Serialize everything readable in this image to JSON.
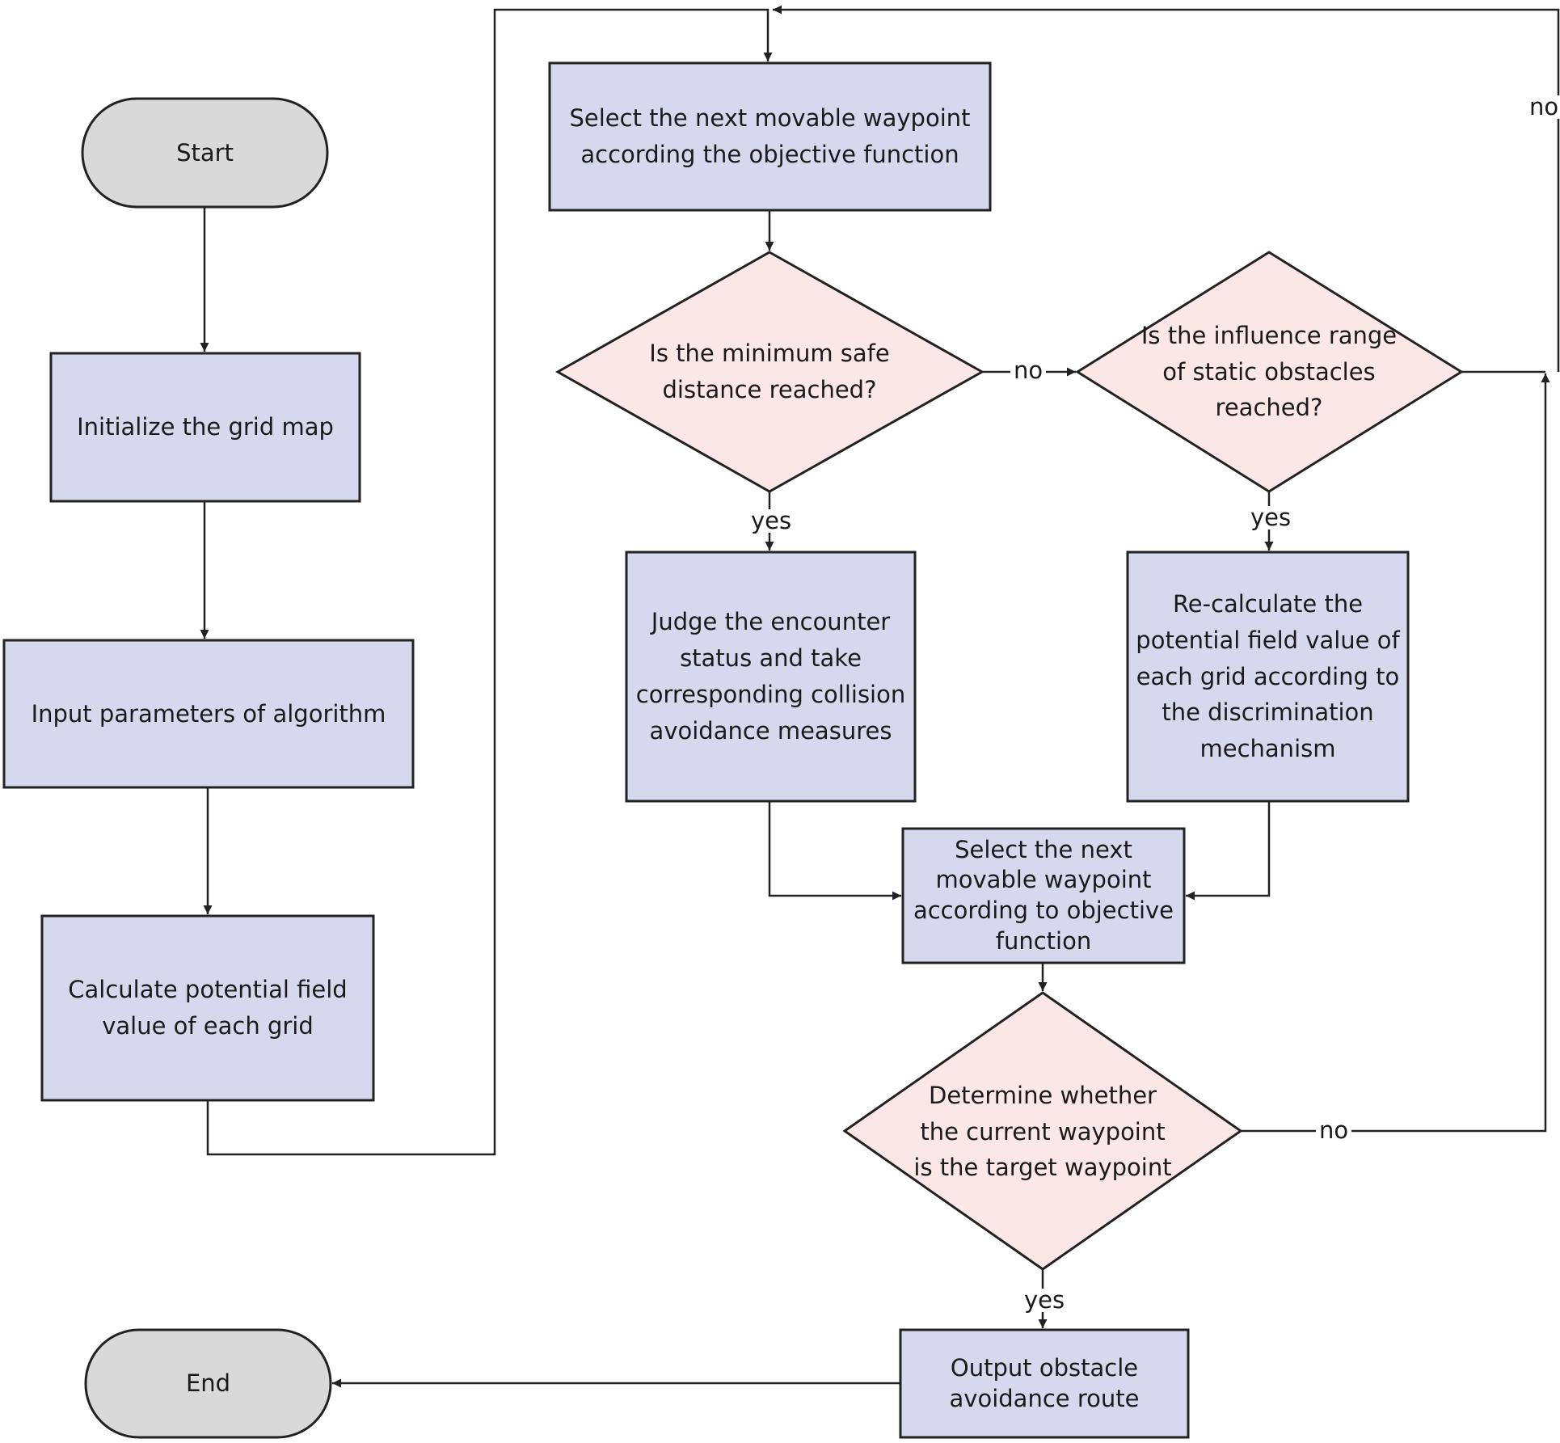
{
  "colors": {
    "process_fill": "#d6d9ee",
    "decision_fill": "#fbe7e6",
    "terminal_fill": "#d9d9d9",
    "stroke": "#222222"
  },
  "nodes": {
    "start": "Start",
    "init_grid": "Initialize the grid map",
    "input_params": "Input parameters of algorithm",
    "calc_field": "Calculate potential field\nvalue of each grid",
    "select_next_top": "Select the next movable waypoint\naccording the objective function",
    "min_safe_distance": "Is the minimum safe\ndistance reached?",
    "static_obstacles": "Is the influence range\nof static obstacles\nreached?",
    "judge_encounter": "Judge the encounter\nstatus and take\ncorresponding collision\navoidance measures",
    "recalc_field": "Re-calculate the\npotential field value of\neach grid according to\nthe discrimination\nmechanism",
    "select_next_mid": "Select the next\nmovable waypoint\naccording to objective\nfunction",
    "target_check": "Determine whether\nthe current waypoint\nis the target waypoint",
    "output_route": "Output obstacle\navoidance route",
    "end": "End"
  },
  "edge_labels": {
    "safe_no": "no",
    "safe_yes": "yes",
    "static_yes": "yes",
    "static_no": "no",
    "target_no": "no",
    "target_yes": "yes"
  }
}
